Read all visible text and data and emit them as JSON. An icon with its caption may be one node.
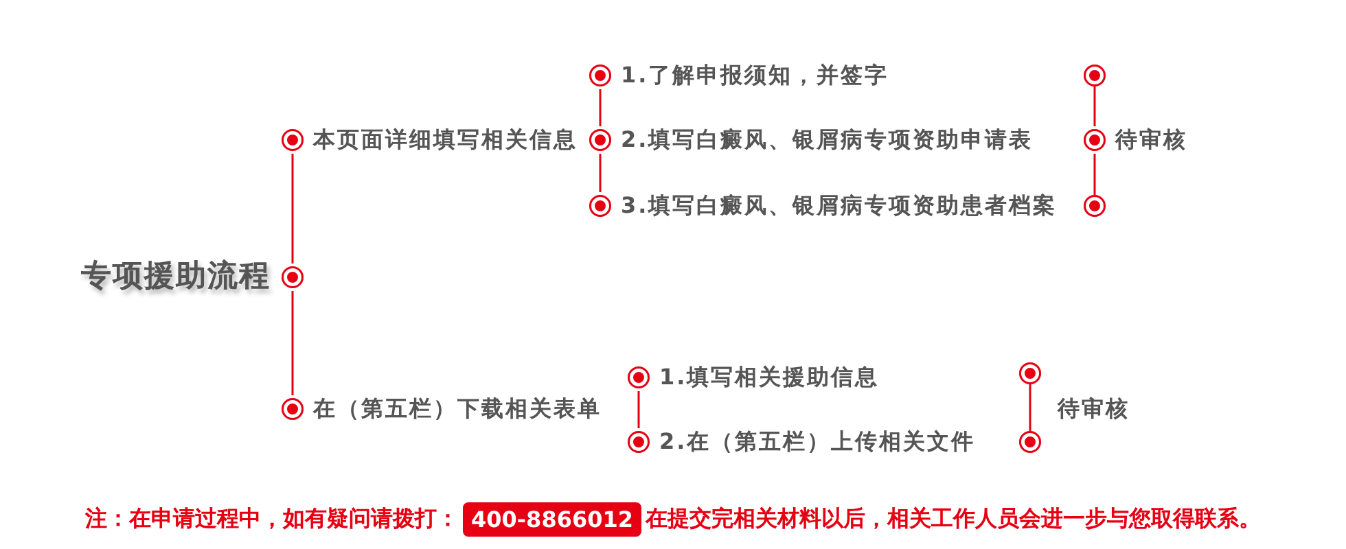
{
  "diagram": {
    "nodes": [
      {
        "text": [
          "专项援助流程"
        ]
      },
      {
        "text": [
          "本页面详细填写相关信息"
        ]
      },
      {
        "text": [
          "在（第五栏）下载相关表单"
        ]
      },
      {
        "text": [
          "1.了解申报须知，并签字"
        ]
      },
      {
        "text": [
          "2.填写白癜风、银屑病专项资助申请表"
        ]
      },
      {
        "text": [
          "3.填写白癜风、银屑病专项资助患者档案"
        ]
      },
      {
        "text": [],
        "shape": "circle"
      },
      {
        "text": [
          "待审核"
        ]
      },
      {
        "text": [],
        "shape": "circle"
      },
      {
        "text": [
          "1.填写相关援助信息"
        ]
      },
      {
        "text": [
          "2.在（第五栏）上传相关文件"
        ]
      },
      {
        "text": [],
        "shape": "circle"
      },
      {
        "text": [],
        "shape": "circle"
      }
    ],
    "edges": [
      {
        "from": 0,
        "to": 1,
        "arrow": "none"
      },
      {
        "from": 0,
        "to": 2,
        "arrow": "none"
      },
      {
        "from": 3,
        "to": 4,
        "arrow": "none"
      },
      {
        "from": 4,
        "to": 5,
        "arrow": "none"
      },
      {
        "from": 6,
        "to": 7,
        "arrow": "none"
      },
      {
        "from": 7,
        "to": 8,
        "arrow": "none"
      },
      {
        "from": 9,
        "to": 10,
        "arrow": "none"
      },
      {
        "from": 11,
        "to": 12,
        "arrow": "none"
      }
    ],
    "labels": [
      "待审核",
      "注：在申请过程中，如有疑问请拨打：",
      "400-8866012",
      "在提交完相关材料以后，相关工作人员会进一步与您取得联系。"
    ]
  }
}
